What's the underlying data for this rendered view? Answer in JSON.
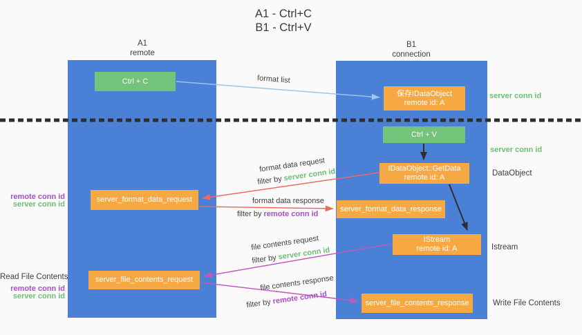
{
  "title": {
    "line1": "A1 - Ctrl+C",
    "line2": "B1 - Ctrl+V"
  },
  "lanes": {
    "left": {
      "title": "A1",
      "subtitle": "remote"
    },
    "right": {
      "title": "B1",
      "subtitle": "connection"
    }
  },
  "nodes": {
    "ctrl_c": {
      "label": "Ctrl + C"
    },
    "ctrl_v": {
      "label": "Ctrl + V"
    },
    "save_dataobject": {
      "line1": "保存IDataObject",
      "line2": "remote id: A"
    },
    "getdata": {
      "line1": "IDataObject::GetData",
      "line2": "remote id: A"
    },
    "istream": {
      "line1": "IStream",
      "line2": "remote id: A"
    },
    "format_request": {
      "label": "server_format_data_request"
    },
    "format_response": {
      "label": "server_format_data_response"
    },
    "file_request": {
      "label": "server_file_contents_request"
    },
    "file_response": {
      "label": "server_file_contents_response"
    }
  },
  "edge_labels": {
    "format_list": "format list",
    "format_data_request": "format data request",
    "format_data_response": "format data response",
    "file_contents_request": "file contents request",
    "file_contents_response": "file contents response",
    "filter_by": "filter by",
    "server_conn_id": "server conn id",
    "remote_conn_id": "remote conn id"
  },
  "side_labels": {
    "server_conn_id": "server conn id",
    "remote_conn_id": "remote conn id",
    "dataobject": "DataObject",
    "istream": "Istream",
    "read_file_contents": "Read File Contents",
    "write_file_contents": "Write File Contents"
  },
  "colors": {
    "bg": "#FAFAFB",
    "lane_fill": "#4A80D6",
    "node_green": "#74C37A",
    "node_orange": "#F6A843",
    "arrow_lightblue": "#9CC5E8",
    "arrow_red": "#EE6A5F",
    "arrow_magenta": "#C25ABE",
    "arrow_black": "#2E2E2E",
    "text_green": "#6DBE72",
    "text_purple": "#A94DC9",
    "separator": "#2E2E2E"
  }
}
